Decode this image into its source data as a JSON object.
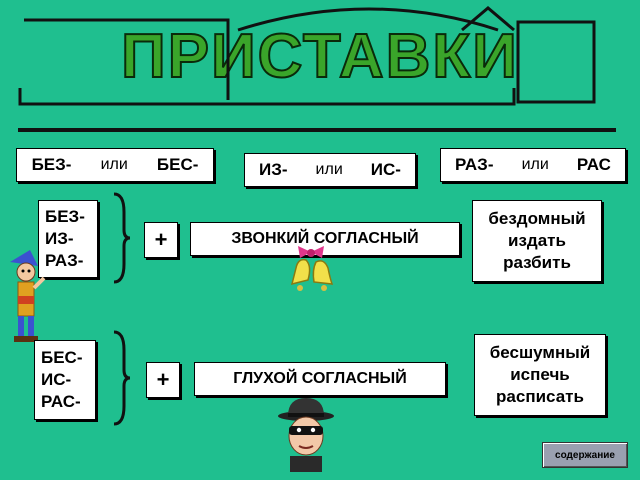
{
  "title": "ПРИСТАВКИ",
  "pairs": [
    {
      "a": "БЕЗ-",
      "ili": "или",
      "b": "БЕС-"
    },
    {
      "a": "ИЗ-",
      "ili": "или",
      "b": "ИС-"
    },
    {
      "a": "РАЗ-",
      "ili": "или",
      "b": "РАС"
    }
  ],
  "voiced": {
    "prefixes": [
      "БЕЗ-",
      "ИЗ-",
      "РАЗ-"
    ],
    "plus": "+",
    "rule": "ЗВОНКИЙ СОГЛАСНЫЙ",
    "examples": [
      "бездомный",
      "издать",
      "разбить"
    ]
  },
  "voiceless": {
    "prefixes": [
      "БЕС-",
      "ИС-",
      "РАС-"
    ],
    "plus": "+",
    "rule": "ГЛУХОЙ СОГЛАСНЫЙ",
    "examples": [
      "бесшумный",
      "испечь",
      "расписать"
    ]
  },
  "nav": {
    "contents_label": "содержание"
  },
  "colors": {
    "background": "#1fbf8f",
    "title": "#3aa52a"
  },
  "icons": [
    "bells-icon",
    "pencil-character-icon",
    "masked-character-icon"
  ]
}
